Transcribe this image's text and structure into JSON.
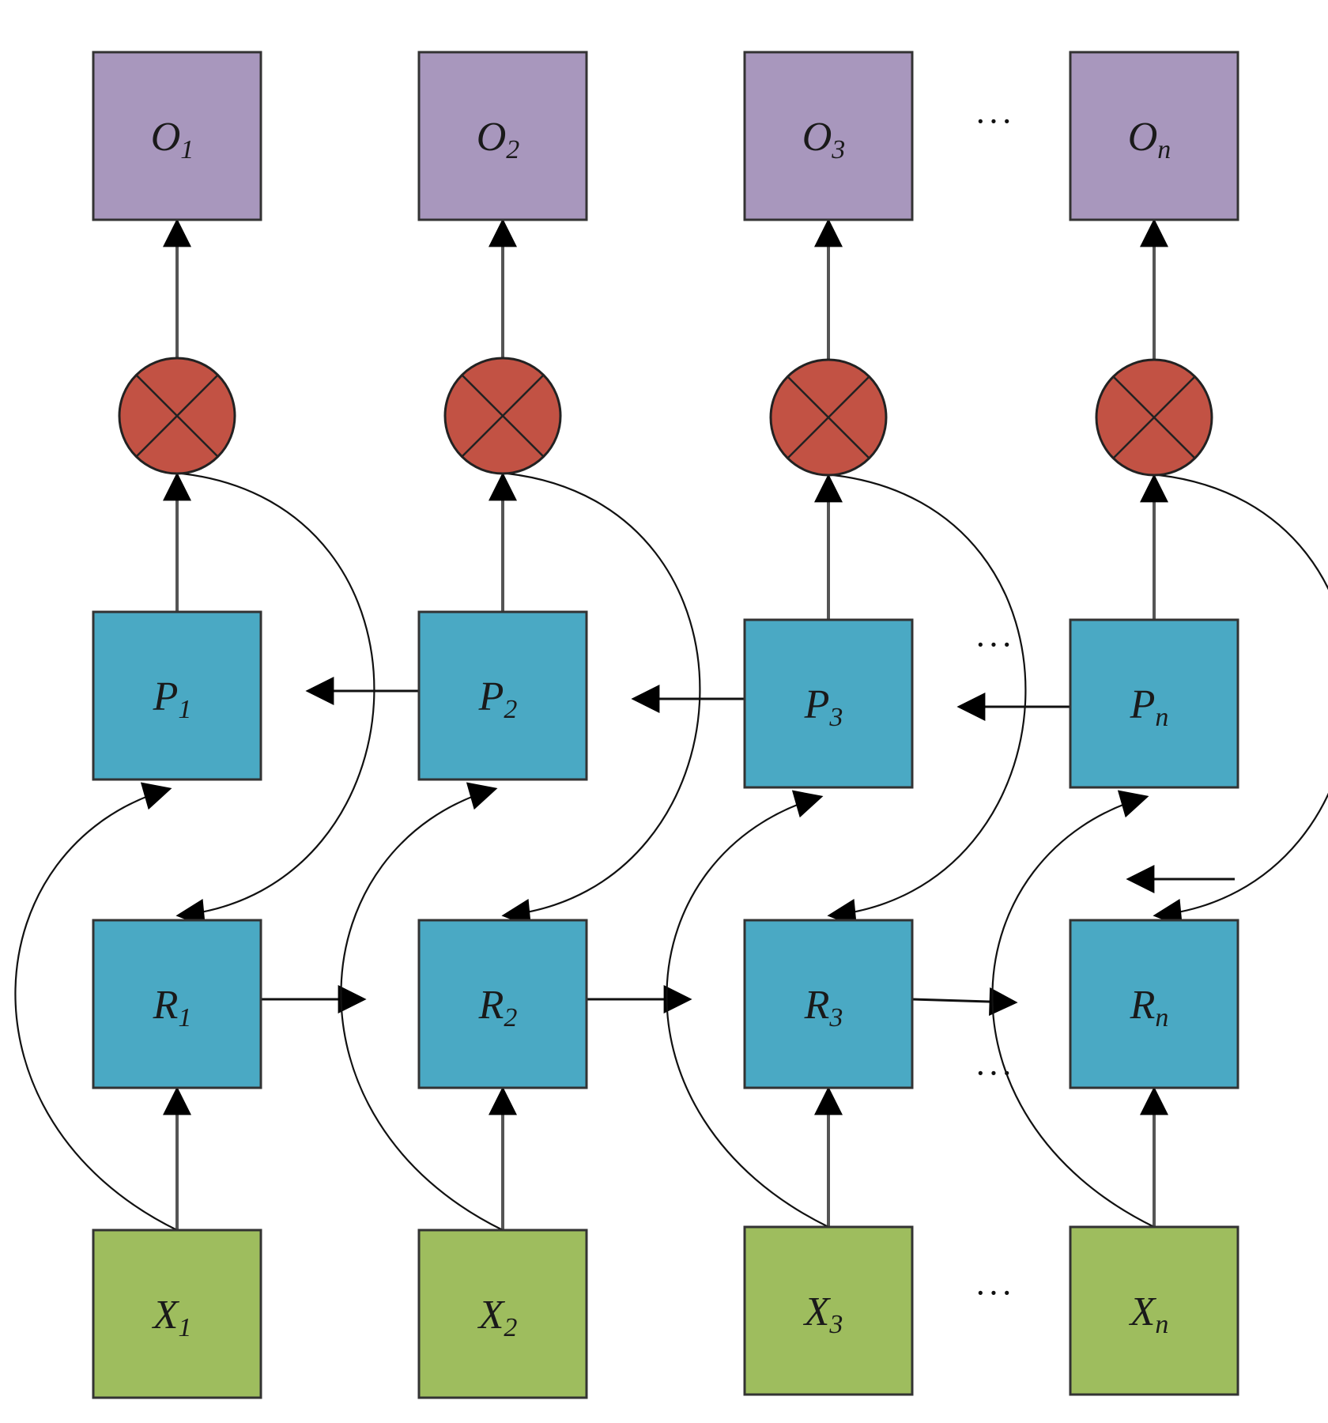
{
  "colors": {
    "output": "#a897bd",
    "gate": "#c25244",
    "hidden": "#4aa9c4",
    "input": "#9ebd5e"
  },
  "columns": [
    {
      "output": {
        "base": "O",
        "sub": "1"
      },
      "p": {
        "base": "P",
        "sub": "1"
      },
      "r": {
        "base": "R",
        "sub": "1"
      },
      "x": {
        "base": "X",
        "sub": "1"
      }
    },
    {
      "output": {
        "base": "O",
        "sub": "2"
      },
      "p": {
        "base": "P",
        "sub": "2"
      },
      "r": {
        "base": "R",
        "sub": "2"
      },
      "x": {
        "base": "X",
        "sub": "2"
      }
    },
    {
      "output": {
        "base": "O",
        "sub": "3"
      },
      "p": {
        "base": "P",
        "sub": "3"
      },
      "r": {
        "base": "R",
        "sub": "3"
      },
      "x": {
        "base": "X",
        "sub": "3"
      }
    },
    {
      "output": {
        "base": "O",
        "sub": "n"
      },
      "p": {
        "base": "P",
        "sub": "n"
      },
      "r": {
        "base": "R",
        "sub": "n"
      },
      "x": {
        "base": "X",
        "sub": "n"
      }
    }
  ],
  "ellipsis": "···"
}
